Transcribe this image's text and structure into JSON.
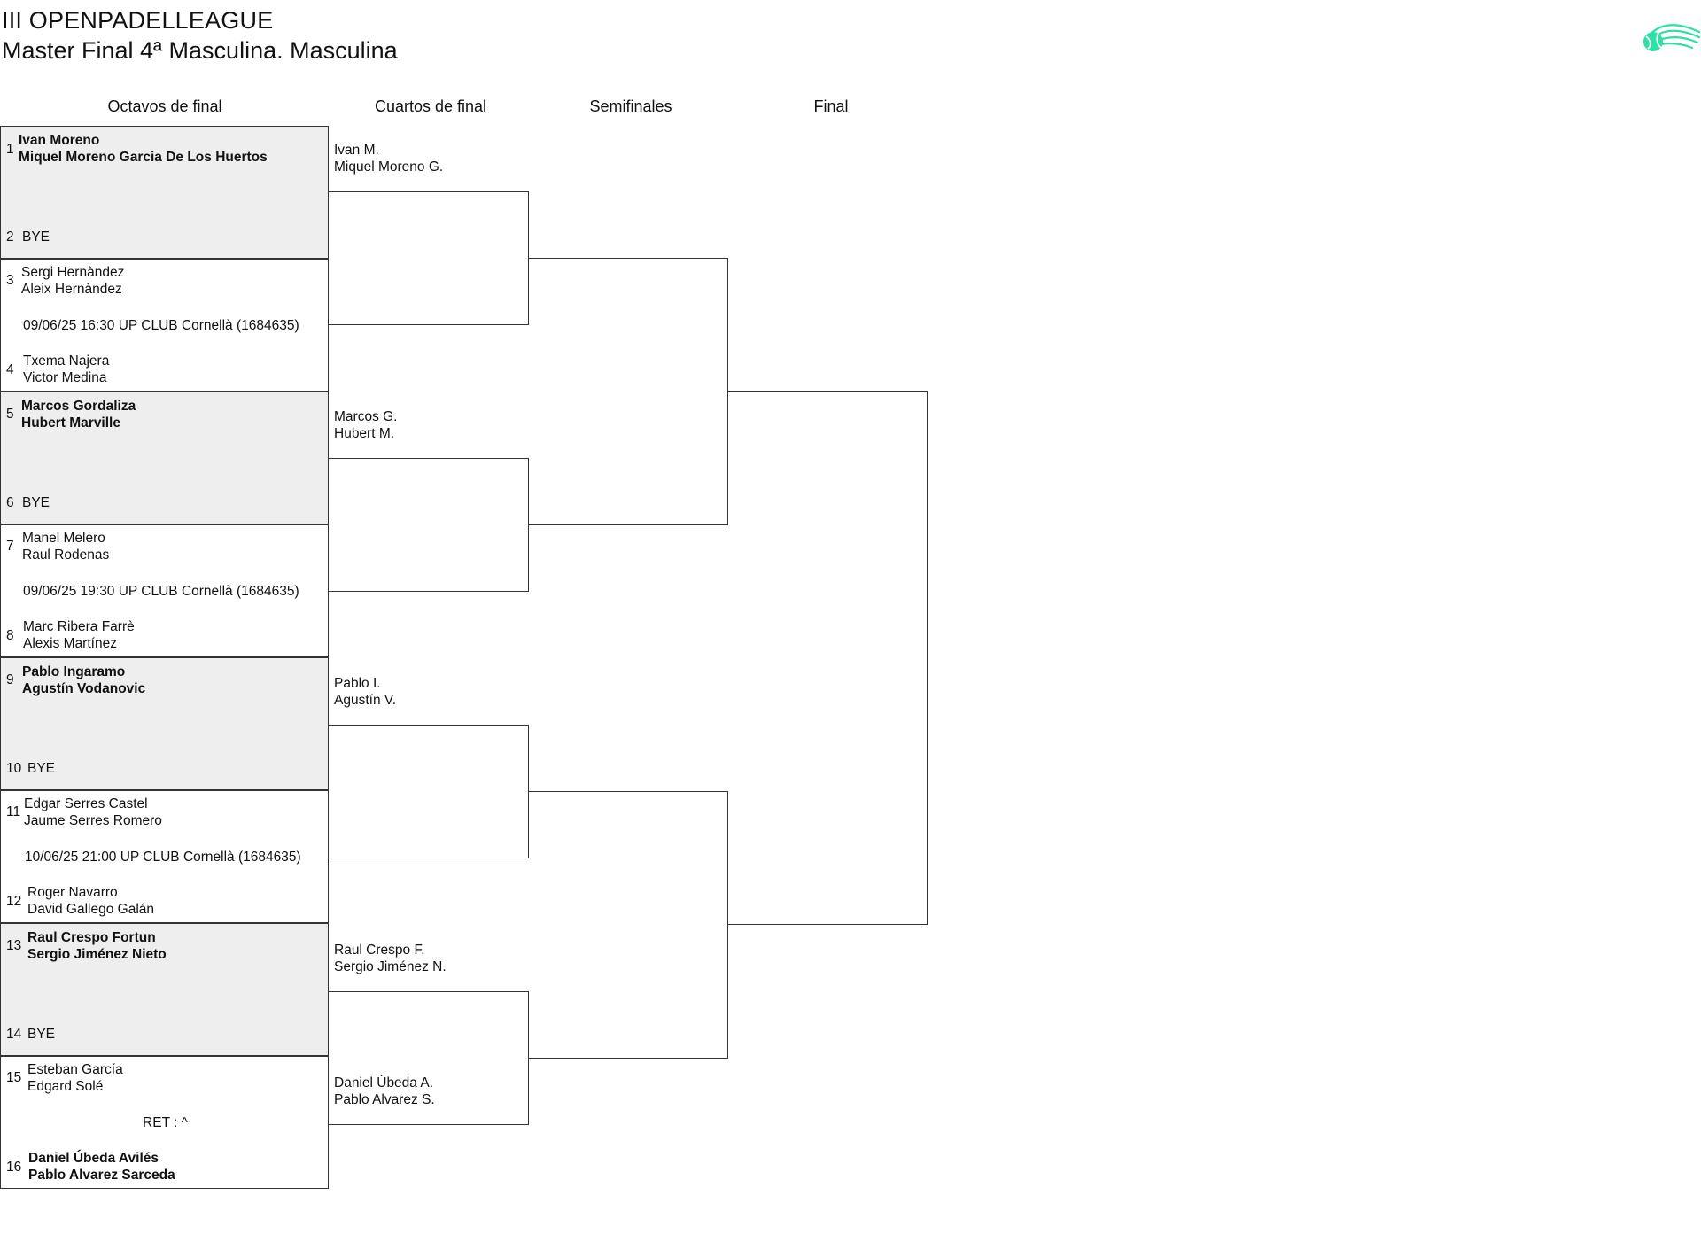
{
  "header": {
    "title": "III OPENPADELLEAGUE",
    "subtitle": "Master Final 4ª Masculina. Masculina"
  },
  "logo": {
    "icon": "tennis-ball-logo-icon",
    "color": "#2fe0a6"
  },
  "rounds": [
    "Octavos de final",
    "Cuartos de final",
    "Semifinales",
    "Final"
  ],
  "round_of_16": [
    {
      "shaded": true,
      "top": {
        "seed": "1",
        "p1": "Ivan Moreno",
        "p2": "Miquel Moreno Garcia De Los Huertos",
        "winner": true
      },
      "info": "",
      "bottom": {
        "seed": "2",
        "p1": "BYE",
        "p2": "",
        "winner": false
      }
    },
    {
      "shaded": false,
      "top": {
        "seed": "3",
        "p1": "Sergi Hernàndez",
        "p2": "Aleix Hernàndez",
        "winner": false
      },
      "info": "09/06/25 16:30 UP CLUB Cornellà (1684635)",
      "bottom": {
        "seed": "4",
        "p1": "Txema Najera",
        "p2": "Victor Medina",
        "winner": false
      }
    },
    {
      "shaded": true,
      "top": {
        "seed": "5",
        "p1": "Marcos Gordaliza",
        "p2": "Hubert Marville",
        "winner": true
      },
      "info": "",
      "bottom": {
        "seed": "6",
        "p1": "BYE",
        "p2": "",
        "winner": false
      }
    },
    {
      "shaded": false,
      "top": {
        "seed": "7",
        "p1": "Manel Melero",
        "p2": "Raul Rodenas",
        "winner": false
      },
      "info": "09/06/25 19:30 UP CLUB Cornellà (1684635)",
      "bottom": {
        "seed": "8",
        "p1": "Marc Ribera Farrè",
        "p2": "Alexis Martínez",
        "winner": false
      }
    },
    {
      "shaded": true,
      "top": {
        "seed": "9",
        "p1": "Pablo Ingaramo",
        "p2": "Agustín Vodanovic",
        "winner": true
      },
      "info": "",
      "bottom": {
        "seed": "10",
        "p1": "BYE",
        "p2": "",
        "winner": false
      }
    },
    {
      "shaded": false,
      "top": {
        "seed": "11",
        "p1": "Edgar Serres Castel",
        "p2": "Jaume Serres Romero",
        "winner": false
      },
      "info": "10/06/25 21:00 UP CLUB Cornellà (1684635)",
      "bottom": {
        "seed": "12",
        "p1": "Roger Navarro",
        "p2": "David Gallego Galán",
        "winner": false
      }
    },
    {
      "shaded": true,
      "top": {
        "seed": "13",
        "p1": "Raul Crespo Fortun",
        "p2": "Sergio Jiménez Nieto",
        "winner": true
      },
      "info": "",
      "bottom": {
        "seed": "14",
        "p1": "BYE",
        "p2": "",
        "winner": false
      }
    },
    {
      "shaded": false,
      "top": {
        "seed": "15",
        "p1": "Esteban García",
        "p2": "Edgard Solé",
        "winner": false
      },
      "info": "RET : ^",
      "bottom": {
        "seed": "16",
        "p1": "Daniel Úbeda Avilés",
        "p2": "Pablo Alvarez Sarceda",
        "winner": true
      }
    }
  ],
  "quarterfinals": [
    {
      "p1": "Ivan M.",
      "p2": "Miquel Moreno G."
    },
    {
      "p1": "",
      "p2": ""
    },
    {
      "p1": "Marcos G.",
      "p2": "Hubert M."
    },
    {
      "p1": "",
      "p2": ""
    },
    {
      "p1": "Pablo I.",
      "p2": "Agustín V."
    },
    {
      "p1": "",
      "p2": ""
    },
    {
      "p1": "Raul Crespo F.",
      "p2": "Sergio Jiménez N."
    },
    {
      "p1": "Daniel Úbeda A.",
      "p2": "Pablo Alvarez S."
    }
  ]
}
